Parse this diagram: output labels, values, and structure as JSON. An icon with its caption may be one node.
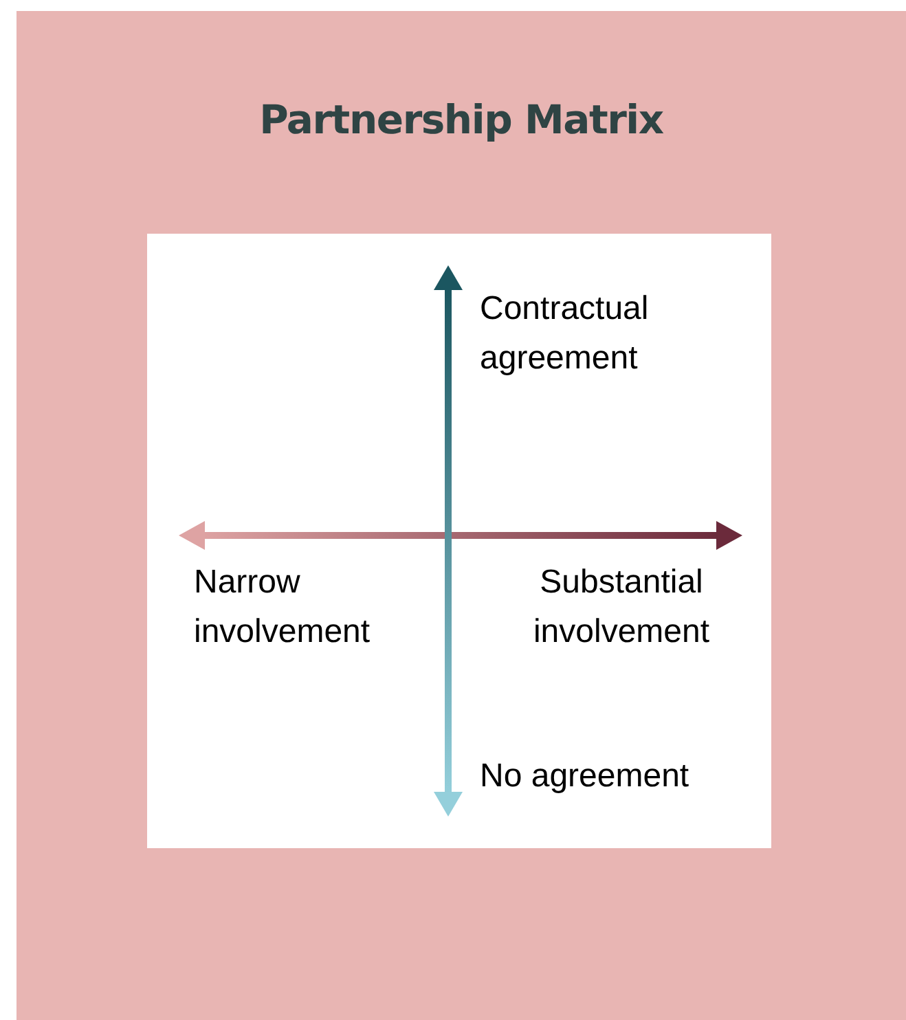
{
  "diagram": {
    "title": "Partnership Matrix",
    "labels": [
      "Contractual agreement",
      "Narrow involvement",
      "Substantial involvement",
      "No agreement"
    ]
  }
}
